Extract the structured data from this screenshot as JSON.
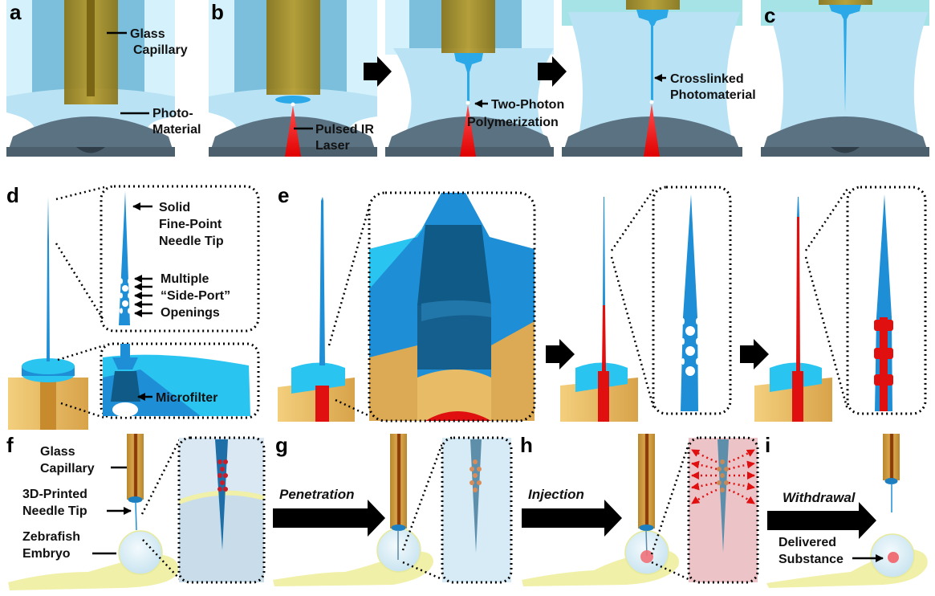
{
  "figure": {
    "panels": {
      "a": {
        "letter": "a",
        "labels": {
          "glass": [
            "Glass",
            "Capillary"
          ],
          "photo": [
            "Photo-",
            "Material"
          ]
        }
      },
      "b": {
        "letter": "b",
        "labels": {
          "laser": [
            "Pulsed IR",
            "Laser"
          ],
          "tpp": [
            "Two-Photon",
            "Polymerization"
          ],
          "crosslinked": [
            "Crosslinked",
            "Photomaterial"
          ]
        }
      },
      "c": {
        "letter": "c"
      },
      "d": {
        "letter": "d",
        "labels": {
          "tip": [
            "Solid",
            "Fine-Point",
            "Needle Tip"
          ],
          "ports": [
            "Multiple",
            "“Side-Port”",
            "Openings"
          ],
          "filter": "Microfilter"
        }
      },
      "e": {
        "letter": "e"
      },
      "f": {
        "letter": "f",
        "labels": {
          "glass": [
            "Glass",
            "Capillary"
          ],
          "needle": [
            "3D-Printed",
            "Needle Tip"
          ],
          "embryo": [
            "Zebrafish",
            "Embryo"
          ]
        }
      },
      "g": {
        "letter": "g",
        "arrow_label": "Penetration"
      },
      "h": {
        "letter": "h",
        "arrow_label": "Injection"
      },
      "i": {
        "letter": "i",
        "arrow_label": "Withdrawal",
        "labels": {
          "delivered": [
            "Delivered",
            "Substance"
          ]
        }
      }
    },
    "colors": {
      "photomaterial": "#b9e3f5",
      "capillary_gold": "#a38a1f",
      "needle_blue": "#1e8fd6",
      "needle_light": "#29c4f0",
      "laser_red": "#ee1010",
      "base_gray": "#5b7282",
      "holder_tan": "#e0b25a",
      "embryo_yellow": "#f0f0a8",
      "embryo_blue": "#dceef8",
      "substance_pink": "#f07078",
      "arrow": "#000000"
    },
    "icons": [
      "block-arrow-icon",
      "leader-arrow-icon"
    ]
  }
}
